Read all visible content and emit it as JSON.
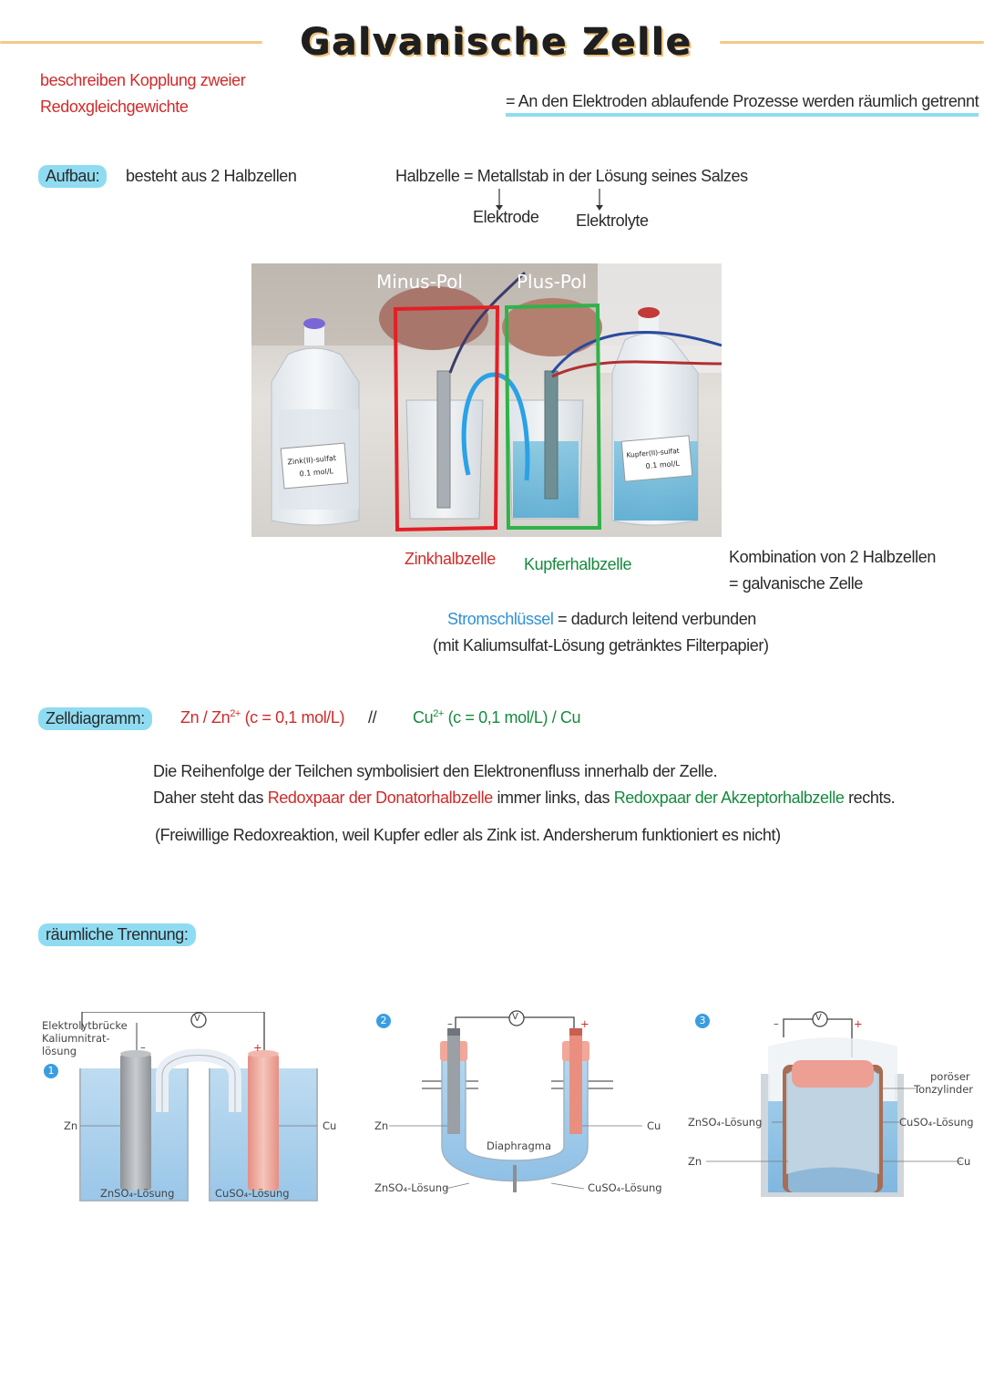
{
  "title": "Galvanische Zelle",
  "intro": {
    "line1": "beschreiben Kopplung zweier",
    "line2": "Redoxgleichgewichte",
    "definition": "= An den Elektroden ablaufende Prozesse werden räumlich getrennt"
  },
  "aufbau": {
    "label": "Aufbau:",
    "text": "besteht aus 2 Halbzellen",
    "halbzelle": "Halbzelle = Metallstab in der Lösung seines Salzes",
    "elektrode": "Elektrode",
    "elektrolyte": "Elektrolyte"
  },
  "photo": {
    "minus_pol": "Minus-Pol",
    "plus_pol": "Plus-Pol",
    "bottle_left_label1": "Zink(II)-sulfat",
    "bottle_left_label2": "0.1 mol/L",
    "bottle_right_label1": "Kupfer(II)-sulfat",
    "bottle_right_label2": "0.1 mol/L"
  },
  "captions": {
    "zinkhalbzelle": "Zinkhalbzelle",
    "kupferhalbzelle": "Kupferhalbzelle",
    "kombination1": "Kombination von 2 Halbzellen",
    "kombination2": "= galvanische Zelle",
    "stromschluessel": "Stromschlüssel",
    "stromschluessel_rest": " = dadurch leitend verbunden",
    "filterpapier": "(mit Kaliumsulfat-Lösung getränktes Filterpapier)"
  },
  "zelldiagramm": {
    "label": "Zelldiagramm:",
    "left": "Zn / Zn",
    "left_sup": "2+",
    "left_conc": " (c = 0,1 mol/L)",
    "sep": "//",
    "right": "Cu",
    "right_sup": "2+",
    "right_conc": " (c = 0,1 mol/L) / Cu",
    "expl1": "Die Reihenfolge der Teilchen symbolisiert den Elektronenfluss innerhalb der Zelle.",
    "expl2a": "Daher steht das ",
    "expl2b": "Redoxpaar der Donatorhalbzelle",
    "expl2c": " immer links, das ",
    "expl2d": "Redoxpaar der Akzeptorhalbzelle",
    "expl2e": " rechts.",
    "expl3": "(Freiwillige Redoxreaktion, weil Kupfer edler als Zink ist. Andersherum funktioniert es nicht)"
  },
  "trennung": {
    "label": "räumliche Trennung:",
    "d1": {
      "num": "1",
      "bridge1": "Elektrolytbrücke",
      "bridge2": "Kaliumnitrat-",
      "bridge3": "lösung",
      "zn": "Zn",
      "cu": "Cu",
      "znso4": "ZnSO₄-Lösung",
      "cuso4": "CuSO₄-Lösung",
      "v": "V",
      "minus": "–",
      "plus": "+"
    },
    "d2": {
      "num": "2",
      "zn": "Zn",
      "cu": "Cu",
      "diaphragma": "Diaphragma",
      "znso4": "ZnSO₄-Lösung",
      "cuso4": "CuSO₄-Lösung",
      "v": "V",
      "minus": "–",
      "plus": "+"
    },
    "d3": {
      "num": "3",
      "poros1": "poröser",
      "poros2": "Tonzylinder",
      "znso4": "ZnSO₄-Lösung",
      "cuso4": "CuSO₄-Lösung",
      "zn": "Zn",
      "cu": "Cu",
      "v": "V",
      "minus": "–",
      "plus": "+"
    }
  }
}
